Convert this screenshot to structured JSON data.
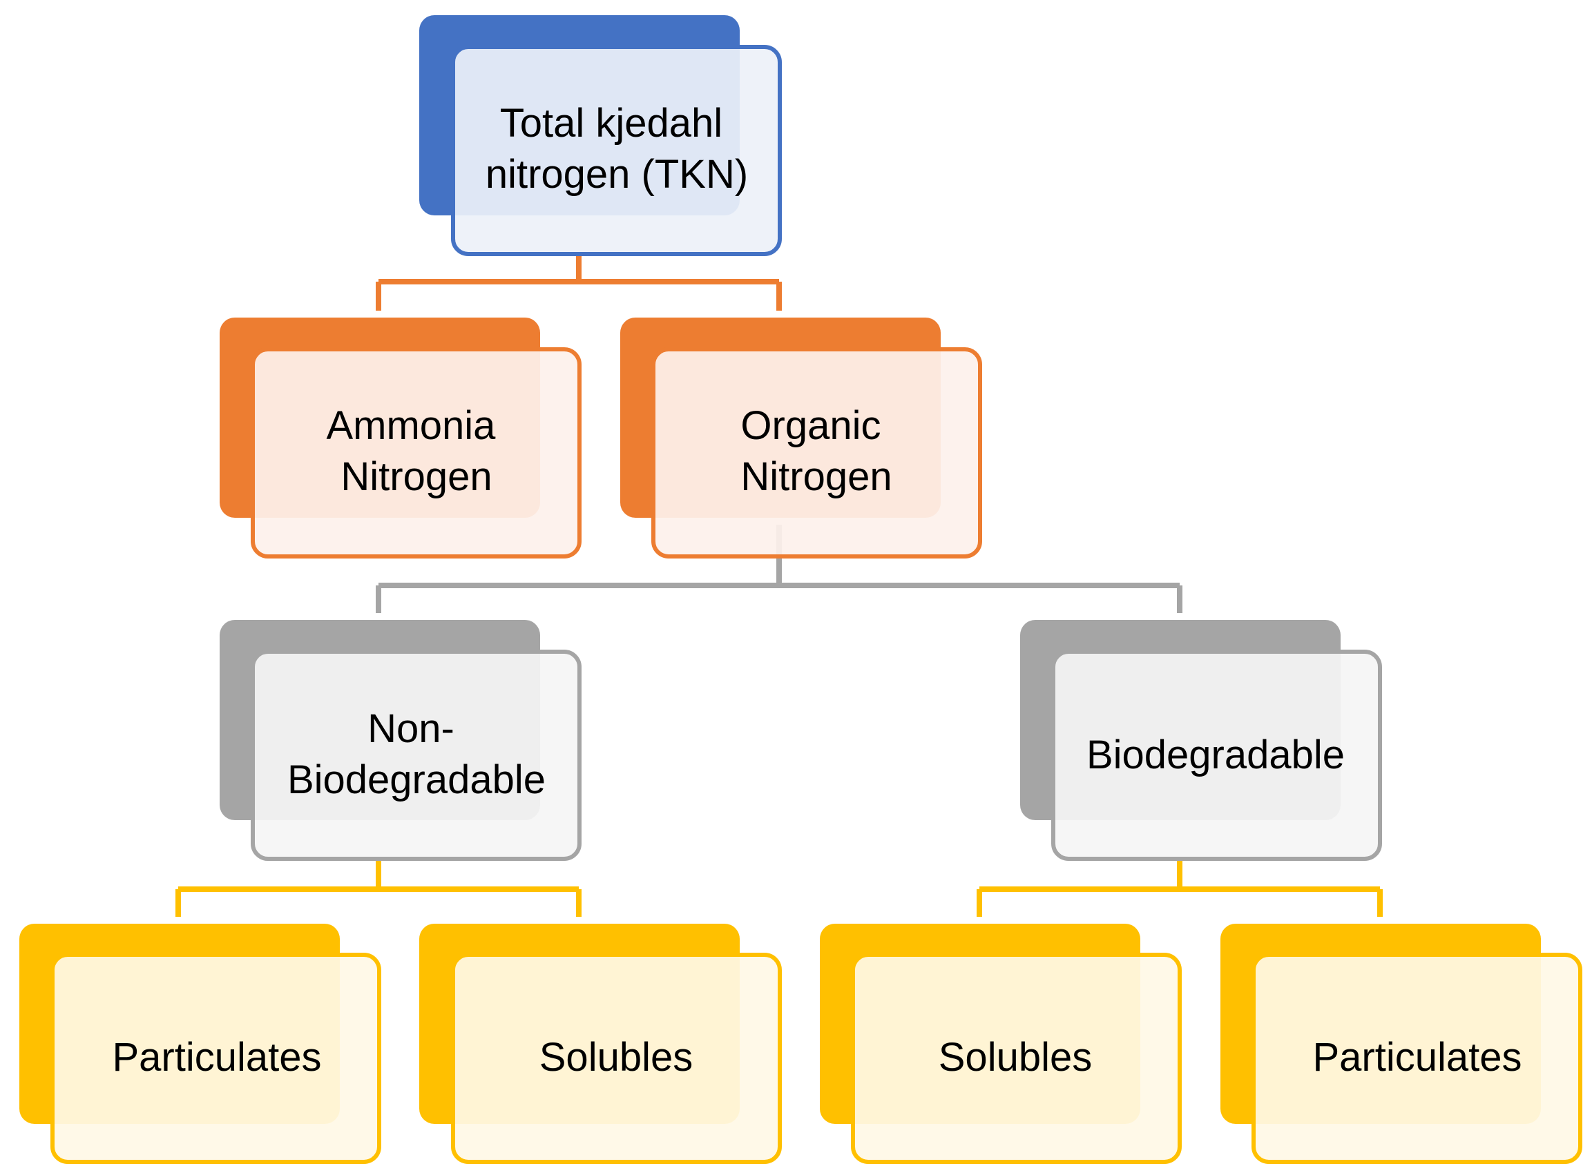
{
  "colors": {
    "blue": "#4472C4",
    "blue_fill": "#EDF1F9",
    "orange": "#ED7D31",
    "orange_fill": "#FDF1EB",
    "gray": "#A5A5A5",
    "gray_fill": "#F5F5F5",
    "yellow": "#FFC000",
    "yellow_fill": "#FFF8E6"
  },
  "nodes": {
    "tkn": {
      "line1": "Total kjedahl",
      "line2": "nitrogen (TKN)"
    },
    "ammonia": {
      "line1": "Ammonia",
      "line2": "Nitrogen"
    },
    "organic": {
      "line1": "Organic",
      "line2": "Nitrogen"
    },
    "non_bio": {
      "line1": "Non-",
      "line2": "Biodegradable"
    },
    "bio": {
      "line1": "Biodegradable"
    },
    "non_bio_particulates": {
      "line1": "Particulates"
    },
    "non_bio_solubles": {
      "line1": "Solubles"
    },
    "bio_solubles": {
      "line1": "Solubles"
    },
    "bio_particulates": {
      "line1": "Particulates"
    }
  }
}
